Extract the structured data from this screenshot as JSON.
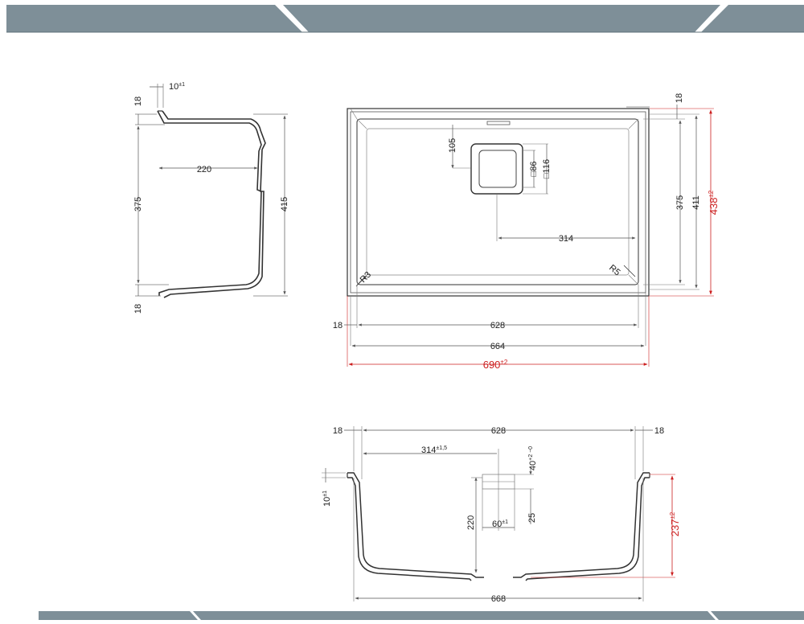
{
  "colors": {
    "band": "#7e8f98",
    "band_dark": "#5f7079",
    "line": "#333333",
    "dim_line": "#555555",
    "red_dim": "#cc1f1f",
    "body_fill": "#eeeeee"
  },
  "side_view": {
    "top_thickness": "18",
    "lip_tolerance": "10",
    "lip_tolerance_sup": "±1",
    "inner_depth": "375",
    "bottom_thickness": "18",
    "half_width": "220",
    "total_height": "415"
  },
  "top_view": {
    "drain_offset_top": "105",
    "drain_inner": "□86",
    "drain_outer": "□116",
    "drain_offset_right": "314",
    "corner_radius_left": "R3",
    "corner_radius_right": "R5",
    "rim_thickness": "18",
    "inner_length": "375",
    "mid_length": "411",
    "overall_depth": "438",
    "overall_depth_sup": "±2",
    "left_rim": "18",
    "inner_width": "628",
    "mid_width": "664",
    "overall_width": "690",
    "overall_width_sup": "±2"
  },
  "front_view": {
    "left_rim": "18",
    "inner_width": "628",
    "right_rim": "18",
    "drain_center": "314",
    "drain_center_sup": "±1,5",
    "drain_height": "40",
    "drain_height_sup": "+2 −0",
    "lip_tolerance": "10",
    "lip_tolerance_sup": "±1",
    "depth": "220",
    "drain_width": "60",
    "drain_width_sup": "±1",
    "drain_neck": "25",
    "overall_height": "237",
    "overall_height_sup": "±2",
    "bottom_width": "668"
  }
}
